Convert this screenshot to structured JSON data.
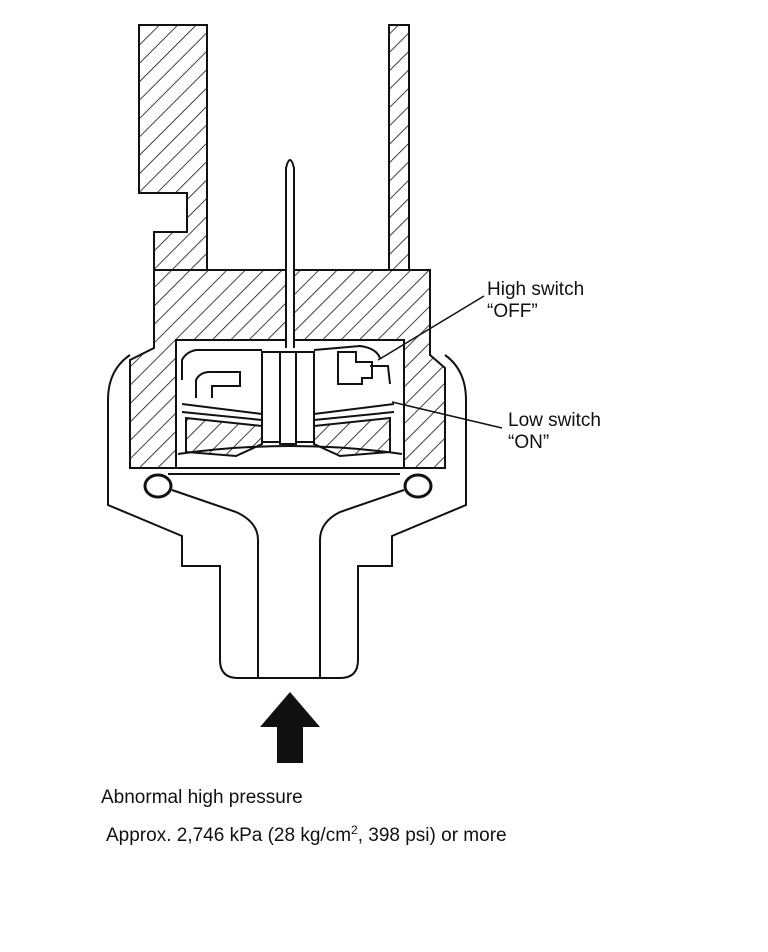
{
  "labels": {
    "high_switch": "High switch",
    "high_switch_state": "“OFF”",
    "low_switch": "Low switch",
    "low_switch_state": "“ON”"
  },
  "caption": {
    "title": "Abnormal high pressure",
    "detail_before": "Approx. 2,746 kPa (28 kg/cm",
    "detail_sup": "2",
    "detail_after": ", 398 psi) or more"
  },
  "colors": {
    "ink": "#111111",
    "background": "#ffffff"
  },
  "icons": {
    "pressure_arrow": "up-arrow-icon"
  }
}
